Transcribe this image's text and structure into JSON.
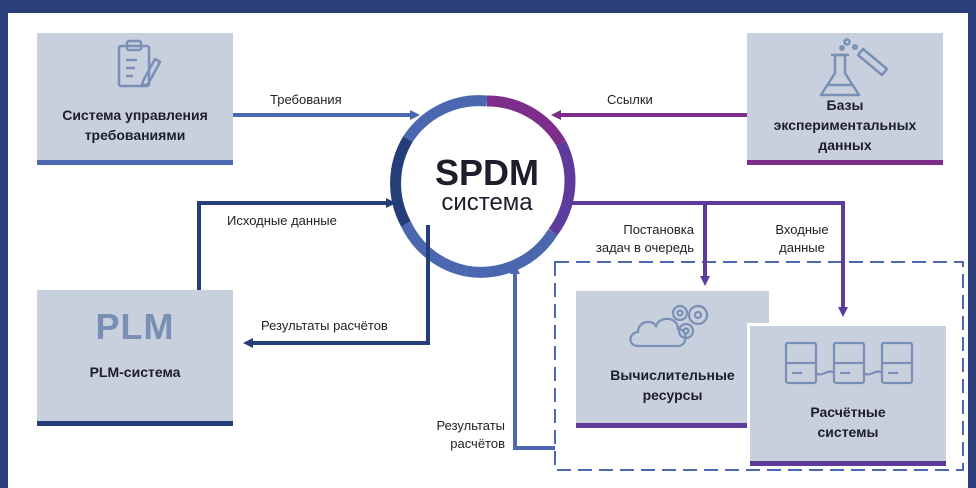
{
  "center": {
    "title": "SPDM",
    "subtitle": "система"
  },
  "boxes": {
    "requirements": {
      "title": "Система управления\nтребованиями",
      "icon": "clipboard-icon"
    },
    "experimental": {
      "title": "Базы\nэкспериментальных\nданных",
      "icon": "flask-icon"
    },
    "plm": {
      "logo": "PLM",
      "title": "PLM-система"
    },
    "compute": {
      "title": "Вычислительные\nресурсы",
      "icon": "cloud-gears-icon"
    },
    "calc": {
      "title": "Расчётные\nсистемы",
      "icon": "server-rack-icon"
    }
  },
  "arrows": {
    "requirements": "Требования",
    "links": "Ссылки",
    "input_source": "Исходные данные",
    "results_plm": "Результаты расчётов",
    "queue": "Постановка\nзадач в очередь",
    "input_data": "Входные\nданные",
    "results_back": "Результаты\nрасчётов"
  },
  "colors": {
    "frame": "#2c3e79",
    "blue": "#4a67b0",
    "navy": "#253e7a",
    "purple": "#7c2e8a",
    "violet": "#5d3b9b",
    "box_fill": "#c9d0dd"
  }
}
